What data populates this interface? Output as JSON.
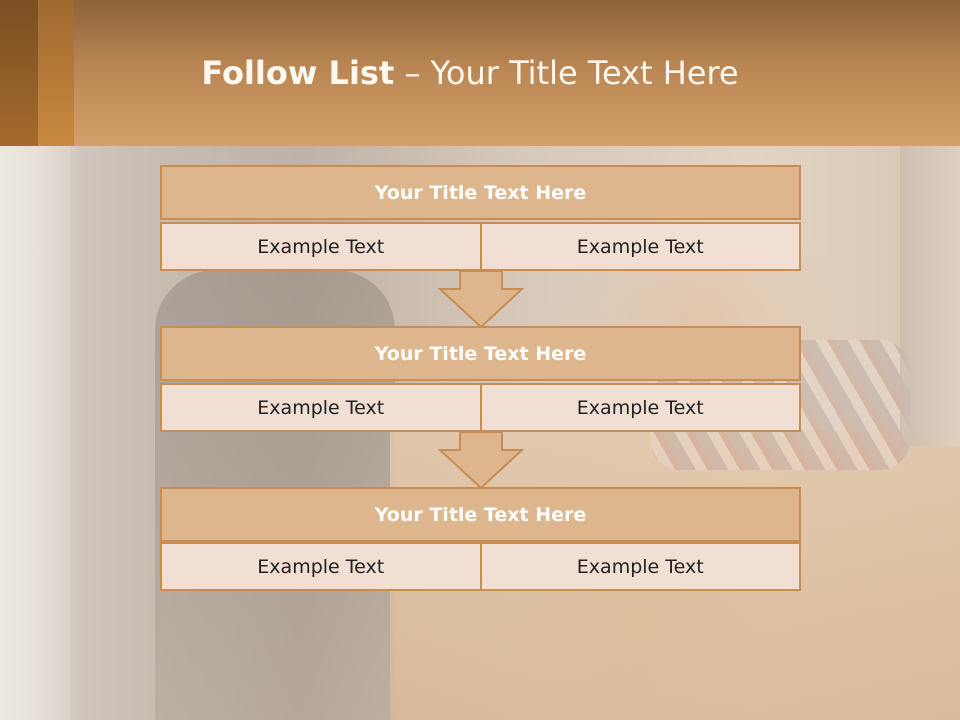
{
  "slide": {
    "title_bold": "Follow List",
    "title_rest": " – Your Title Text Here"
  },
  "blocks": [
    {
      "title": "Your Title Text Here",
      "left": "Example Text",
      "right": "Example Text"
    },
    {
      "title": "Your Title Text Here",
      "left": "Example Text",
      "right": "Example Text"
    },
    {
      "title": "Your Title Text Here",
      "left": "Example Text",
      "right": "Example Text"
    }
  ],
  "colors": {
    "header_top": "#8a6337",
    "header_bottom": "#d3a06b",
    "block_header": "#ddb68d",
    "block_cell": "#f0dfd2",
    "border": "#c98d54"
  }
}
